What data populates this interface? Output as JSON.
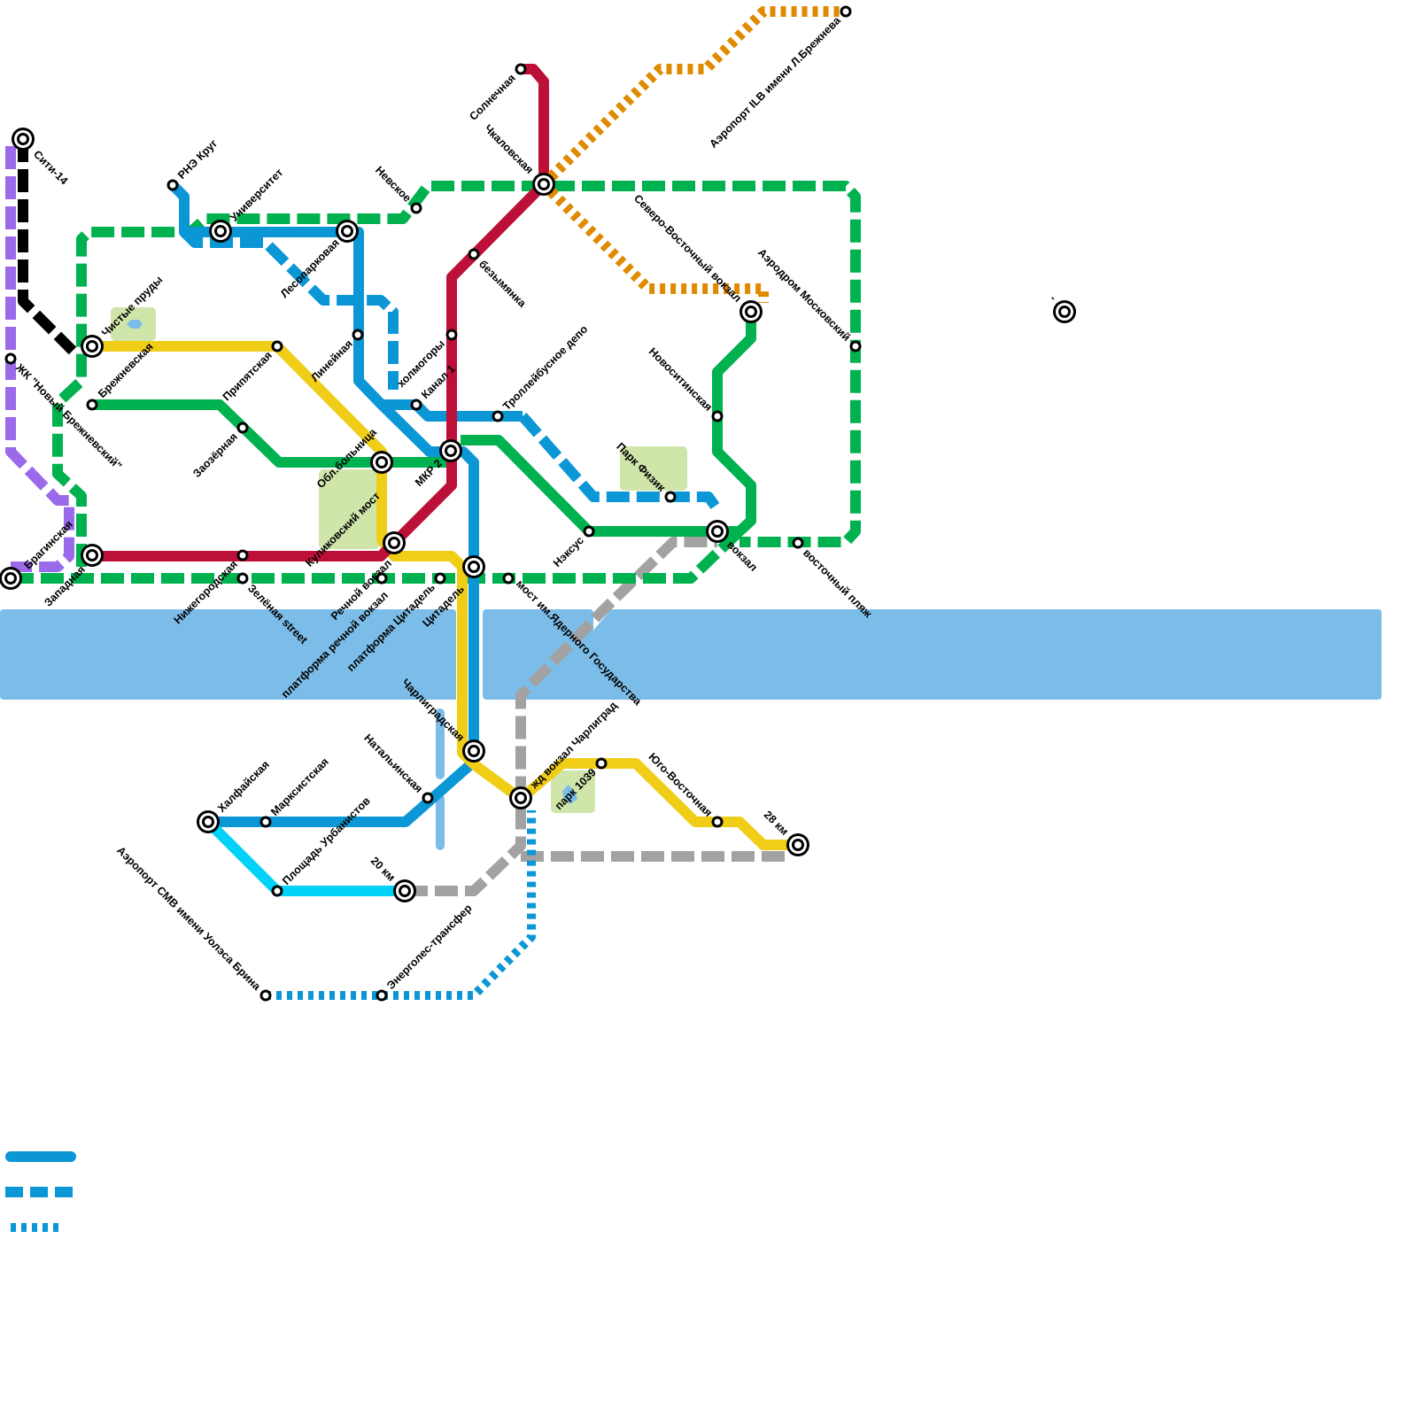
{
  "colors": {
    "water": "#7bbde8",
    "park": "#d0e5aa",
    "black_line": "#000000",
    "purple_line": "#9b6aea",
    "green_line": "#00b14f",
    "yellow_line": "#f0cd17",
    "red_line": "#bd1038",
    "blue_line": "#0b96d6",
    "cyan_line": "#00d1f7",
    "grey_line": "#a2a2a2",
    "orange_line": "#e08a00"
  },
  "legend": [
    {
      "style": "solid",
      "color": "#0b96d6"
    },
    {
      "style": "dashed",
      "color": "#0b96d6"
    },
    {
      "style": "dotted",
      "color": "#0b96d6"
    }
  ],
  "stations": [
    {
      "label": "Сити-14",
      "interchange": true
    },
    {
      "label": "РНЭ Круг",
      "interchange": false
    },
    {
      "label": "Университет",
      "interchange": true
    },
    {
      "label": "Лесопарковая",
      "interchange": true
    },
    {
      "label": "Невское",
      "interchange": false
    },
    {
      "label": "Чистые пруды",
      "interchange": true
    },
    {
      "label": "Брежневская",
      "interchange": false
    },
    {
      "label": "ЖК \"Новый Брежневский\"",
      "interchange": false
    },
    {
      "label": "Припятская",
      "interchange": false
    },
    {
      "label": "Линейная",
      "interchange": false
    },
    {
      "label": "холмогоры",
      "interchange": false
    },
    {
      "label": "Канал 1",
      "interchange": false
    },
    {
      "label": "Троллейбусное депо",
      "interchange": false
    },
    {
      "label": "безымянка",
      "interchange": false
    },
    {
      "label": "Солнечная",
      "interchange": false
    },
    {
      "label": "Чкаловская",
      "interchange": true
    },
    {
      "label": "Северо-Восточный вокзал",
      "interchange": true
    },
    {
      "label": "Аэропорт ILB имени Л.Брежнева",
      "interchange": false
    },
    {
      "label": "Аэродром Московский",
      "interchange": false
    },
    {
      "label": "Новоситинская",
      "interchange": false
    },
    {
      "label": "Парк Физик",
      "interchange": false
    },
    {
      "label": "Заозёрная",
      "interchange": false
    },
    {
      "label": "Обл.больница",
      "interchange": true
    },
    {
      "label": "МКР 2",
      "interchange": true
    },
    {
      "label": "Нэксус",
      "interchange": false
    },
    {
      "label": "вокзал",
      "interchange": true
    },
    {
      "label": "восточный пляж",
      "interchange": false
    },
    {
      "label": "Куликовский мост",
      "interchange": true
    },
    {
      "label": "Брагинская",
      "interchange": true
    },
    {
      "label": "Западная",
      "interchange": true
    },
    {
      "label": "Нижегородская",
      "interchange": false
    },
    {
      "label": "Зелёная street",
      "interchange": false
    },
    {
      "label": "Речной вокзал",
      "interchange": false
    },
    {
      "label": "платформа речной вокзал",
      "interchange": false
    },
    {
      "label": "платформа Цитадель",
      "interchange": false
    },
    {
      "label": "Цитадель",
      "interchange": true
    },
    {
      "label": "мост им.Ядерного Государства",
      "interchange": false
    },
    {
      "label": "Чарлиградская",
      "interchange": true
    },
    {
      "label": "Натальинская",
      "interchange": false
    },
    {
      "label": "жд вокзал Чарлиград",
      "interchange": true
    },
    {
      "label": "парк 1039",
      "interchange": false
    },
    {
      "label": "Юго-Восточная",
      "interchange": false
    },
    {
      "label": "28 км",
      "interchange": true
    },
    {
      "label": "Халфайская",
      "interchange": true
    },
    {
      "label": "Марксистская",
      "interchange": false
    },
    {
      "label": "Площадь Урбанистов",
      "interchange": false
    },
    {
      "label": "20 км",
      "interchange": true
    },
    {
      "label": "Аэропорт СМВ имени Уолэса Брина",
      "interchange": false
    },
    {
      "label": "Энерголес-трансфер",
      "interchange": false
    },
    {
      "label": "'",
      "interchange": true
    }
  ]
}
